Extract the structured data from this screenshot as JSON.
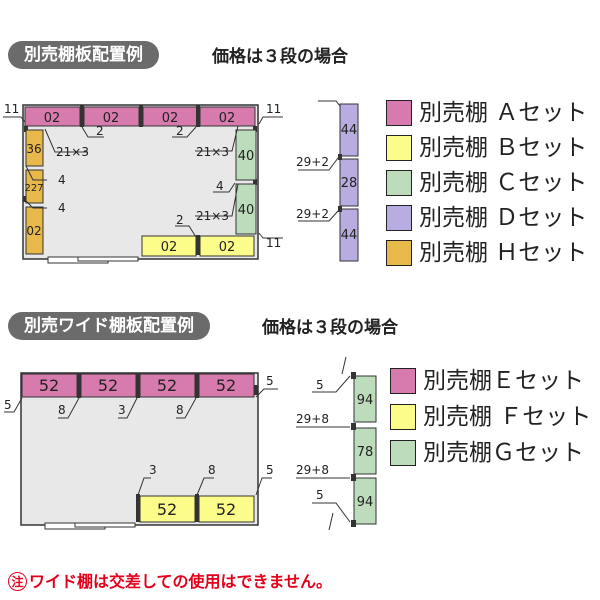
{
  "sections": [
    {
      "title": "別売棚板配置例",
      "note": "価格は３段の場合"
    },
    {
      "title": "別売ワイド棚板配置例",
      "note": "価格は３段の場合"
    }
  ],
  "legend1": [
    {
      "label": "別売棚 Ａセット",
      "color": "#d77aad"
    },
    {
      "label": "別売棚 Ｂセット",
      "color": "#fcfc8a"
    },
    {
      "label": "別売棚 Ｃセット",
      "color": "#bcdcbc"
    },
    {
      "label": "別売棚 Ｄセット",
      "color": "#b9ace0"
    },
    {
      "label": "別売棚 Ｈセット",
      "color": "#e8b84a"
    }
  ],
  "legend2": [
    {
      "label": "別売棚Ｅセット",
      "color": "#d77aad"
    },
    {
      "label": "別売棚 Ｆセット",
      "color": "#fcfc8a"
    },
    {
      "label": "別売棚Ｇセット",
      "color": "#bcdcbc"
    }
  ],
  "diagram1": {
    "top_shelves": [
      "02",
      "02",
      "02",
      "02"
    ],
    "left_shelves": [
      "36",
      "227",
      "02"
    ],
    "right_shelves": [
      "40",
      "40"
    ],
    "bottom_shelves": [
      "02",
      "02"
    ],
    "side_shelves": [
      "44",
      "28",
      "44"
    ],
    "dims": {
      "top_left": "11",
      "top_right": "11",
      "bottom_right": "11",
      "gap_2a": "2",
      "gap_2b": "2",
      "gap_2c": "2",
      "post_a": "21×3",
      "post_b": "21×3",
      "post_c": "21×3",
      "left_4a": "4",
      "left_4b": "4",
      "right_4": "4",
      "side_a": "29+2",
      "side_b": "29+2"
    }
  },
  "diagram2": {
    "top_shelves": [
      "52",
      "52",
      "52",
      "52"
    ],
    "bottom_shelves": [
      "52",
      "52"
    ],
    "side_shelves": [
      "94",
      "78",
      "94"
    ],
    "dims": {
      "left_5": "5",
      "right_5": "5",
      "gap_8a": "8",
      "gap_3": "3",
      "gap_8b": "8",
      "bot_3": "3",
      "bot_8": "8",
      "bot_5": "5",
      "side_5a": "5",
      "side_29a": "29+8",
      "side_29b": "29+8",
      "side_5b": "5"
    }
  },
  "warning": {
    "mark": "注",
    "text": "ワイド棚は交差しての使用はできません。"
  }
}
